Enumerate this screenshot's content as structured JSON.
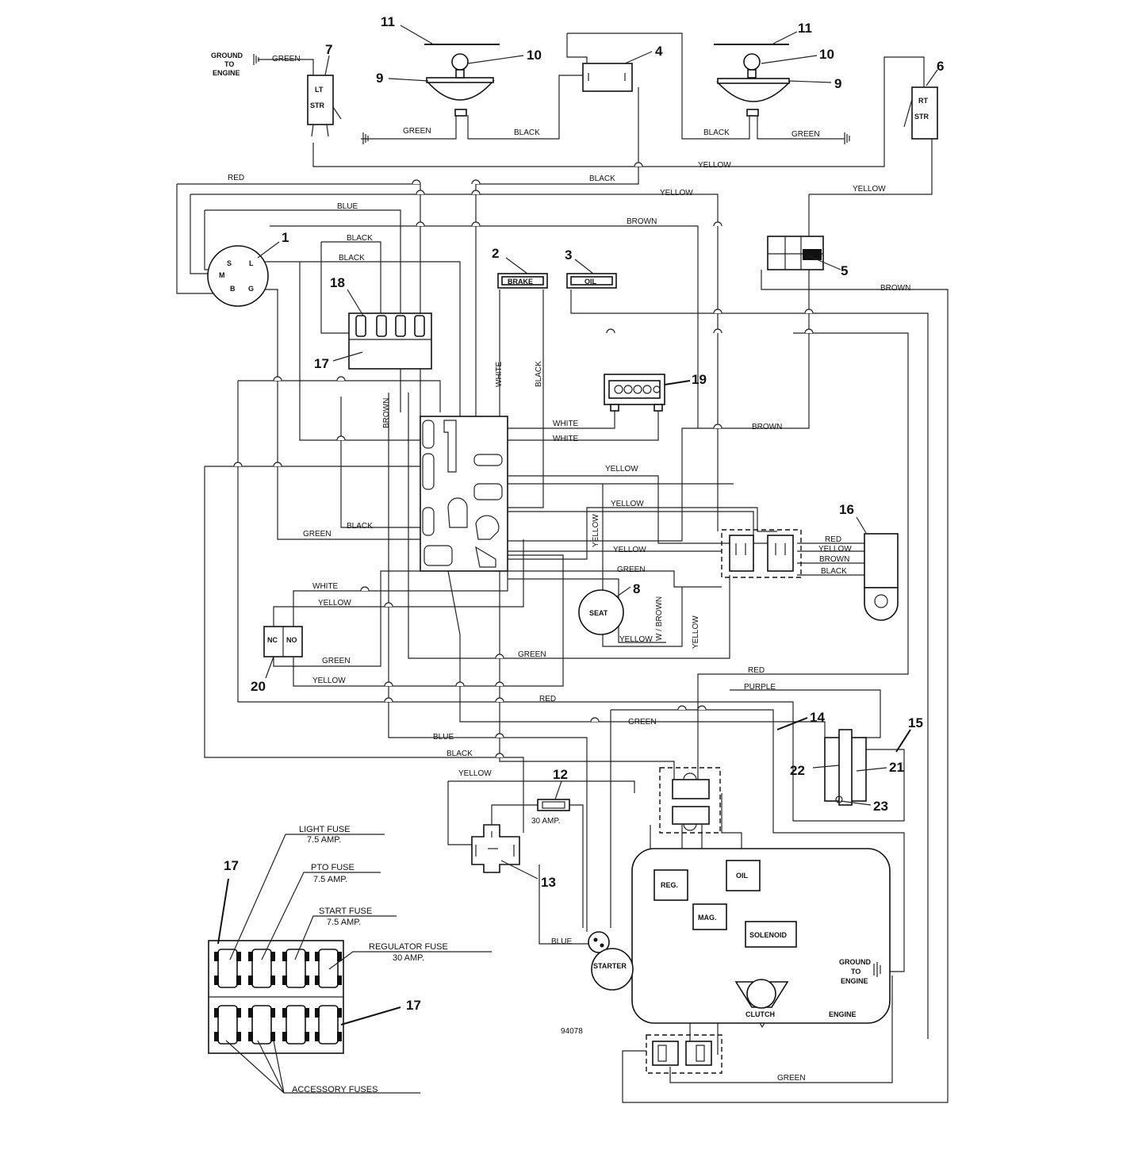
{
  "diagram_id": "94078",
  "callouts": [
    "1",
    "2",
    "3",
    "4",
    "5",
    "6",
    "7",
    "8",
    "9",
    "10",
    "11",
    "12",
    "13",
    "14",
    "15",
    "16",
    "17",
    "18",
    "19",
    "20",
    "21",
    "22",
    "23"
  ],
  "components": {
    "lt_str": "LT STR",
    "rt_str": "RT STR",
    "brake": "BRAKE",
    "oil": "OIL",
    "seat": "SEAT",
    "nc": "NC",
    "no": "NO",
    "fuse_30": "30 AMP.",
    "starter": "STARTER",
    "engine": "ENGINE",
    "clutch": "CLUTCH",
    "reg": "REG.",
    "oil_engine": "OIL",
    "mag": "MAG.",
    "solenoid": "SOLENOID",
    "ground_to_engine": "GROUND TO ENGINE",
    "switch_terminals": [
      "S",
      "L",
      "M",
      "B",
      "G"
    ]
  },
  "wire_labels": {
    "green": "GREEN",
    "black": "BLACK",
    "yellow": "YELLOW",
    "red": "RED",
    "blue": "BLUE",
    "brown": "BROWN",
    "white": "WHITE",
    "purple": "PURPLE",
    "w_brown": "W / BROWN"
  },
  "connector_16_wires": [
    "RED",
    "YELLOW",
    "BROWN",
    "BLACK"
  ],
  "fuse_legend": [
    {
      "name": "LIGHT FUSE",
      "rating": "7.5 AMP."
    },
    {
      "name": "PTO FUSE",
      "rating": "7.5 AMP."
    },
    {
      "name": "START FUSE",
      "rating": "7.5 AMP."
    },
    {
      "name": "REGULATOR FUSE",
      "rating": "30 AMP."
    }
  ],
  "accessory_fuses": "ACCESSORY FUSES"
}
